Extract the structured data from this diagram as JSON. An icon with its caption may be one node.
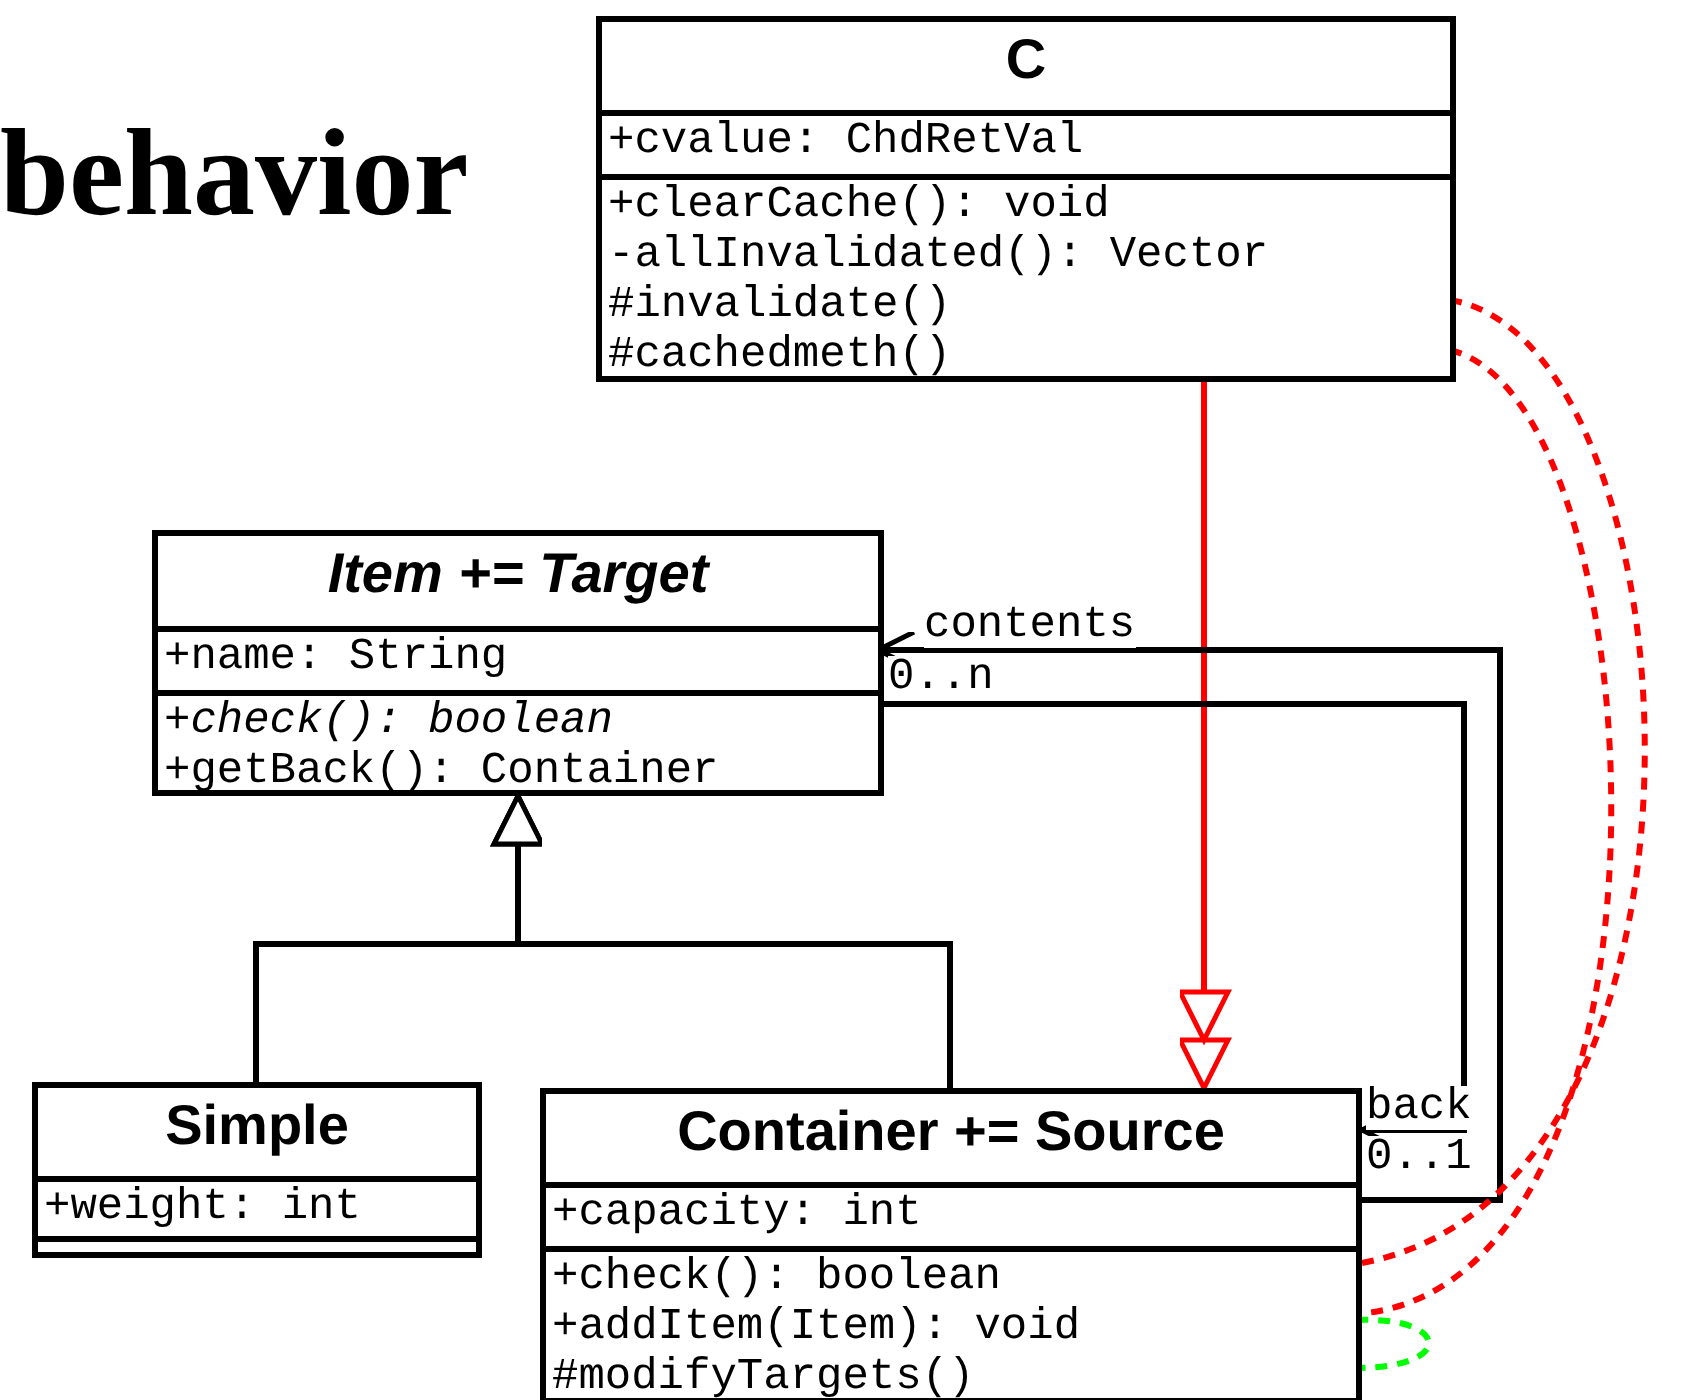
{
  "diagram": {
    "title": "behavior",
    "nodes": [
      {
        "text": [
          "C"
        ]
      },
      {
        "text": [
          "+cvalue: ChdRetVal"
        ],
        "in": 0
      },
      {
        "text": [
          "+clearCache(): void",
          "-allInvalidated(): Vector",
          "#invalidate()",
          "#cachedmeth()"
        ],
        "in": 0
      },
      {
        "text": [
          "*Item += Target*"
        ]
      },
      {
        "text": [
          "+name: String"
        ],
        "in": 3
      },
      {
        "text": [
          "*+check(): boolean*",
          "+getBack(): Container"
        ],
        "in": 3
      },
      {
        "text": [
          "Simple"
        ]
      },
      {
        "text": [
          "+weight: int"
        ],
        "in": 6
      },
      {
        "text": [],
        "shape": "box",
        "in": 6
      },
      {
        "text": [
          "Container += Source"
        ]
      },
      {
        "text": [
          "+capacity: int"
        ],
        "in": 9
      },
      {
        "text": [
          "+check(): boolean",
          "+addItem(Item): void",
          "#modifyTargets()"
        ],
        "in": 9
      }
    ],
    "edges": [
      {
        "from": 6,
        "to": 3,
        "arrow": "to"
      },
      {
        "from": 9,
        "to": 3,
        "arrow": "to"
      },
      {
        "from": 0,
        "to": 9,
        "arrow": "to",
        "color": "#ff0000"
      },
      {
        "from": 10,
        "to": 4,
        "arrow": "to",
        "label": "contents"
      },
      {
        "from": 5,
        "to": 9,
        "arrow": "to",
        "label": "back"
      },
      {
        "from": 2,
        "to": 11,
        "arrow": "none",
        "style": "dashed",
        "color": "#ff0000"
      },
      {
        "from": 2,
        "to": 11,
        "arrow": "none",
        "style": "dashed",
        "color": "#ff0000"
      },
      {
        "from": 11,
        "to": 11,
        "arrow": "none",
        "style": "dashed",
        "color": "#00ff00"
      }
    ],
    "labels": [
      "0..n",
      "0..1"
    ]
  }
}
